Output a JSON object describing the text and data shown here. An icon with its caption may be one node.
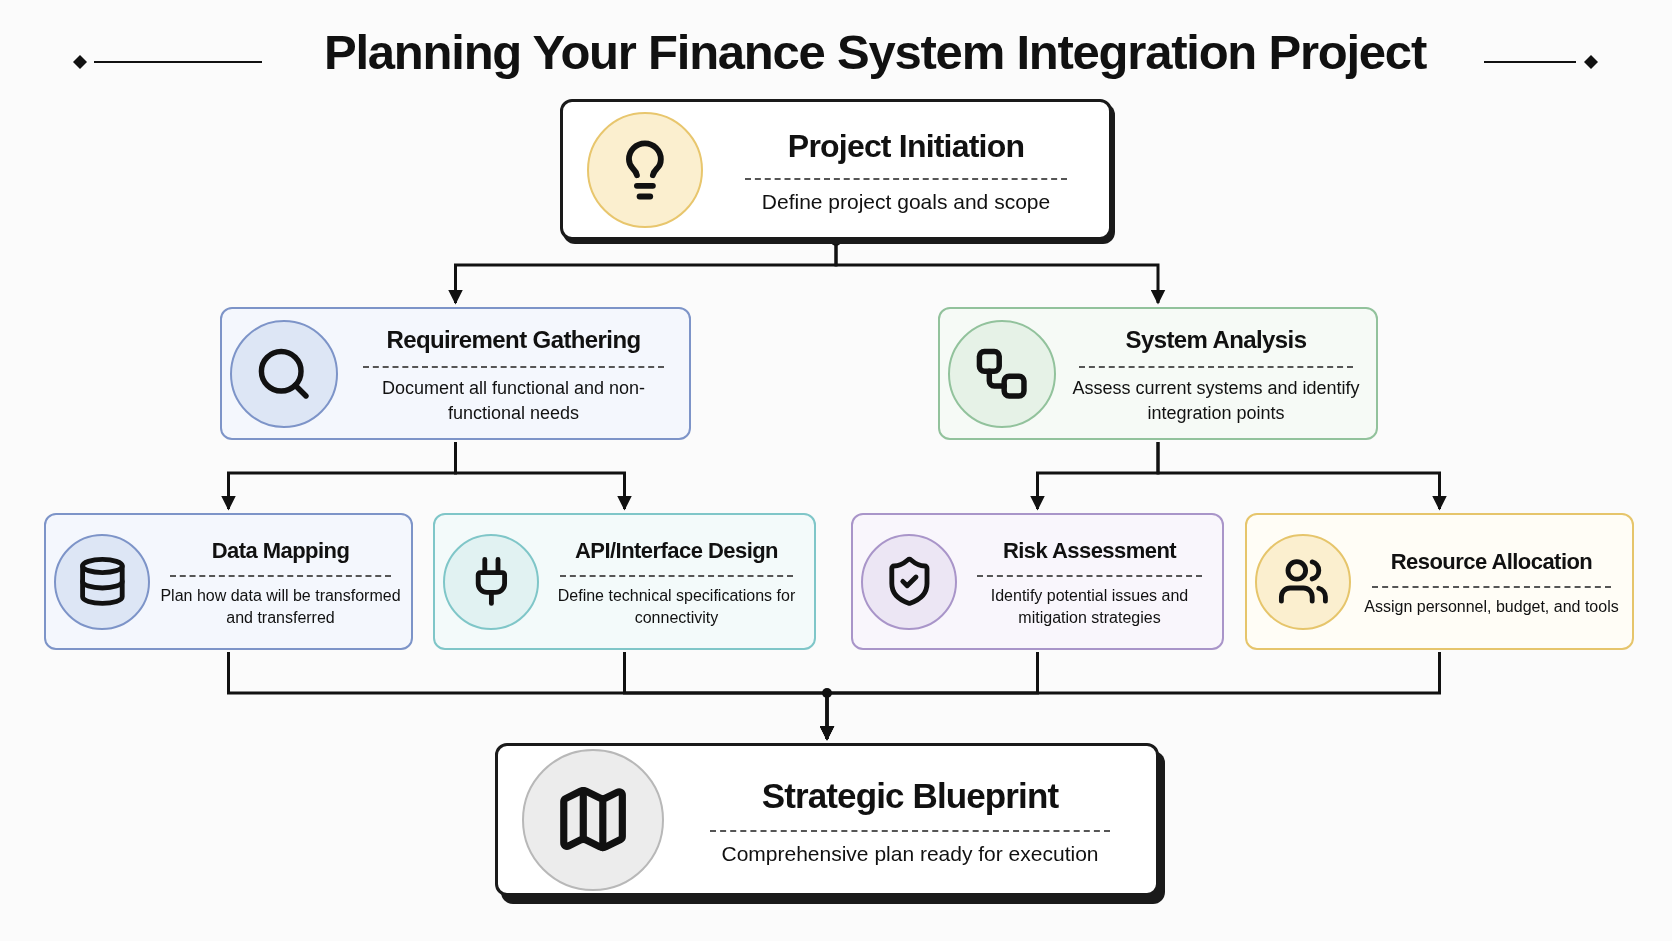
{
  "diagram": {
    "title": "Planning Your Finance System Integration Project",
    "nodes": [
      {
        "text": [
          "Project Initiation",
          "Define project goals and scope"
        ]
      },
      {
        "text": [
          "Requirement Gathering",
          "Document all functional and non-functional needs"
        ]
      },
      {
        "text": [
          "System Analysis",
          "Assess current systems and identify integration points"
        ]
      },
      {
        "text": [
          "Data Mapping",
          "Plan how data will be transformed and transferred"
        ]
      },
      {
        "text": [
          "API/Interface Design",
          "Define technical specifications for connectivity"
        ]
      },
      {
        "text": [
          "Risk Assessment",
          "Identify potential issues and mitigation strategies"
        ]
      },
      {
        "text": [
          "Resource Allocation",
          "Assign personnel, budget, and tools"
        ]
      },
      {
        "text": [
          "Strategic Blueprint",
          "Comprehensive plan ready for execution"
        ]
      }
    ],
    "edges": [
      {
        "from": 0,
        "to": 1,
        "arrow": "to"
      },
      {
        "from": 0,
        "to": 2,
        "arrow": "to"
      },
      {
        "from": 1,
        "to": 3,
        "arrow": "to"
      },
      {
        "from": 1,
        "to": 4,
        "arrow": "to"
      },
      {
        "from": 2,
        "to": 5,
        "arrow": "to"
      },
      {
        "from": 2,
        "to": 6,
        "arrow": "to"
      },
      {
        "from": 3,
        "to": 7,
        "arrow": "to"
      },
      {
        "from": 4,
        "to": 7,
        "arrow": "to"
      },
      {
        "from": 5,
        "to": 7,
        "arrow": "to"
      },
      {
        "from": 6,
        "to": 7,
        "arrow": "to"
      }
    ]
  }
}
